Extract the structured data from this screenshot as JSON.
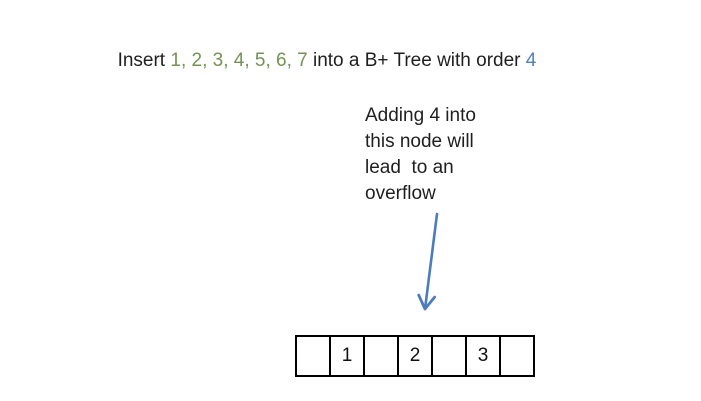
{
  "title": {
    "prefix": "Insert ",
    "insert_numbers": "1, 2, 3, 4, 5, 6, 7",
    "middle": " into a B+ Tree with order ",
    "order_value": "4"
  },
  "annotation": {
    "text": "Adding 4 into\nthis node will\nlead  to an\noverflow"
  },
  "node": {
    "cells": [
      "",
      "1",
      "",
      "2",
      "",
      "3",
      ""
    ]
  },
  "colors": {
    "numbers_green": "#739353",
    "order_blue": "#4F81BD",
    "arrow_blue": "#4A7CBE",
    "text": "#1f1f1f",
    "node_border": "#000000"
  }
}
